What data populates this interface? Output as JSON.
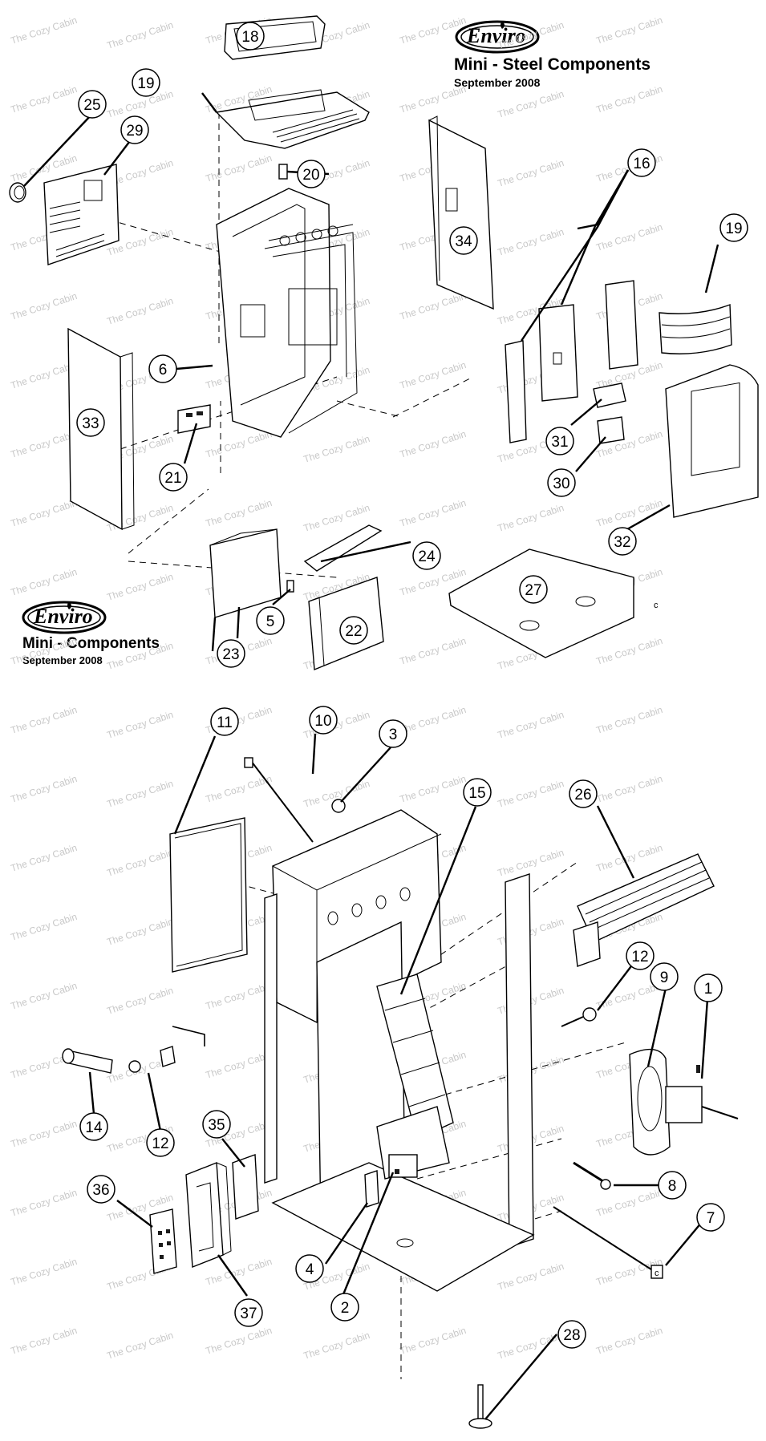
{
  "steel_section": {
    "logo": "Enviro",
    "title": "Mini - Steel Components",
    "date": "September 2008"
  },
  "components_section": {
    "logo": "Enviro",
    "title": "Mini - Components",
    "date": "September 2008"
  },
  "watermark": "The Cozy Cabin",
  "stray_labels": [
    "c",
    "c"
  ],
  "callouts": {
    "c18": "18",
    "c19a": "19",
    "c20": "20",
    "c25": "25",
    "c29": "29",
    "c34": "34",
    "c16": "16",
    "c19b": "19",
    "c6": "6",
    "c33": "33",
    "c21": "21",
    "c31": "31",
    "c30": "30",
    "c32": "32",
    "c24": "24",
    "c27": "27",
    "c5": "5",
    "c22": "22",
    "c23": "23",
    "c11": "11",
    "c10": "10",
    "c3": "3",
    "c15": "15",
    "c26": "26",
    "c12a": "12",
    "c9": "9",
    "c1": "1",
    "c14": "14",
    "c12b": "12",
    "c35": "35",
    "c36": "36",
    "c8": "8",
    "c7": "7",
    "c4": "4",
    "c37": "37",
    "c2": "2",
    "c28": "28"
  }
}
